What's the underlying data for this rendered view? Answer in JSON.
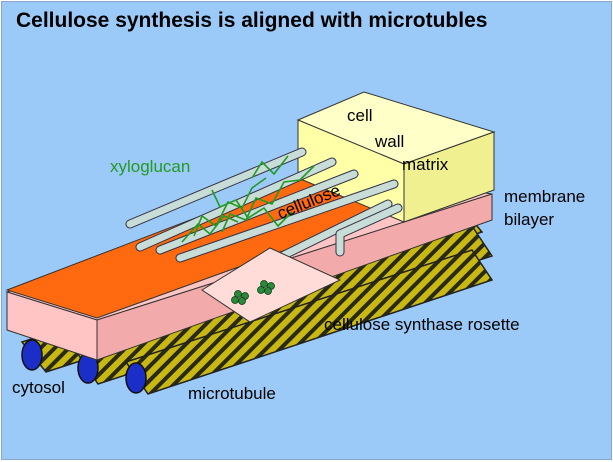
{
  "title": "Cellulose synthesis is aligned with microtubles",
  "labels": {
    "cell": "cell",
    "wall": "wall",
    "matrix": "matrix",
    "xyloglucan": "xyloglucan",
    "cellulose": "cellulose",
    "membrane": "membrane",
    "bilayer": "bilayer",
    "rosette": "cellulose synthase rosette",
    "cytosol": "cytosol",
    "microtubule": "microtubule"
  },
  "colors": {
    "background": "#9ccaf8",
    "orange_layer": "#ff6a10",
    "membrane": "#ffc4c4",
    "cell_wall_box": "#ffffa8",
    "xyloglucan": "#239a23",
    "microfibril": "#c8dcd8",
    "microtubule": "#c8b814",
    "microtubule_end": "#1b2fc8"
  }
}
